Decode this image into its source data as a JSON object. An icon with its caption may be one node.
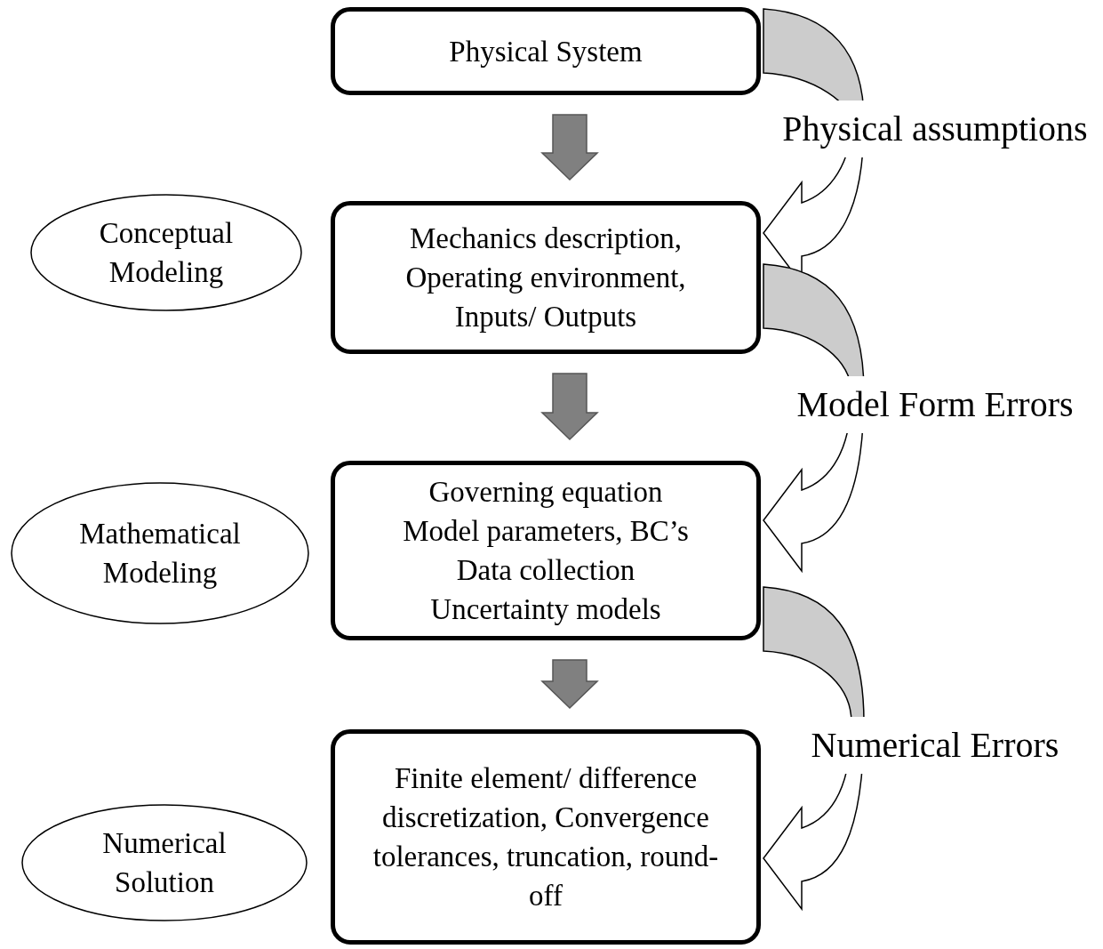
{
  "diagram": {
    "nodes": [
      {
        "text": [
          "Physical System"
        ]
      },
      {
        "text": [
          "Mechanics description, Operating environment, Inputs/ Outputs"
        ]
      },
      {
        "text": [
          "Governing equation Model parameters, BC’s Data collection Uncertainty models"
        ]
      },
      {
        "text": [
          "Finite element/ difference discretization, Convergence tolerances, truncation, round-off"
        ]
      },
      {
        "text": [
          "Conceptual Modeling"
        ]
      },
      {
        "text": [
          "Mathematical Modeling"
        ]
      },
      {
        "text": [
          "Numerical Solution"
        ]
      }
    ],
    "edges": [
      {
        "from": 0,
        "to": 1,
        "arrow": "to"
      },
      {
        "from": 1,
        "to": 2,
        "arrow": "to"
      },
      {
        "from": 2,
        "to": 3,
        "arrow": "to"
      },
      {
        "from": 0,
        "to": 1,
        "arrow": "to",
        "style": "thick",
        "label": "Physical assumptions"
      },
      {
        "from": 1,
        "to": 2,
        "arrow": "to",
        "style": "thick",
        "label": "Model Form Errors"
      },
      {
        "from": 2,
        "to": 3,
        "arrow": "to",
        "style": "thick",
        "label": "Numerical Errors"
      }
    ]
  }
}
